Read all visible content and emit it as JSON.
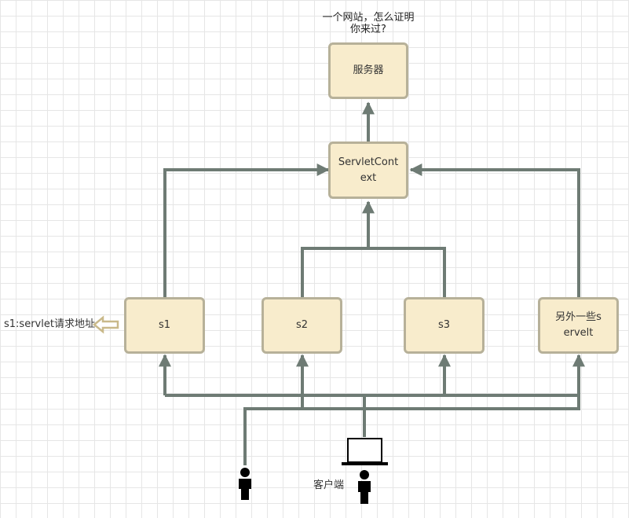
{
  "annotation": {
    "question_line1": "一个网站，怎么证明",
    "question_line2": "你来过?"
  },
  "nodes": {
    "server": "服务器",
    "context": "ServletContext",
    "s1": "s1",
    "s2": "s2",
    "s3": "s3",
    "others": "另外一些servelt"
  },
  "labels": {
    "s1_address": "s1:servlet请求地址",
    "client": "客户端"
  },
  "colors": {
    "connector": "#6e7b74",
    "node_fill": "#f8eccc",
    "node_border": "#b7b199",
    "hollow_arrow": "#c9b98a"
  }
}
